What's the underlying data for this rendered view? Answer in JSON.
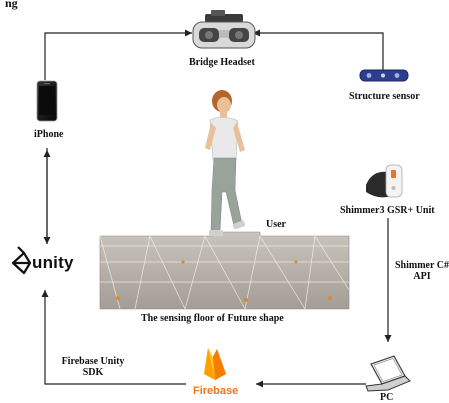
{
  "labels": {
    "top_left_cut": "ng",
    "bridge_headset": "Bridge Headset",
    "structure_sensor": "Structure sensor",
    "iphone": "iPhone",
    "unity": "unity",
    "user": "User",
    "shimmer_unit": "Shimmer3 GSR+ Unit",
    "shimmer_api_line1": "Shimmer C#",
    "shimmer_api_line2": "API",
    "floor": "The sensing floor of Future shape",
    "firebase_sdk_line1": "Firebase Unity",
    "firebase_sdk_line2": "SDK",
    "firebase": "Firebase",
    "pc": "PC"
  },
  "icons": {
    "headset": "vr-headset-icon",
    "structure": "depth-sensor-icon",
    "phone": "smartphone-icon",
    "unity": "unity-logo-icon",
    "shimmer": "wearable-sensor-icon",
    "firebase": "firebase-flame-icon",
    "laptop": "laptop-icon"
  },
  "colors": {
    "arrow": "#222222",
    "floor_light": "#b9b3ab",
    "floor_dark": "#8d877f",
    "firebase_orange": "#f5a623",
    "sensor_blue": "#2d3e8f"
  }
}
